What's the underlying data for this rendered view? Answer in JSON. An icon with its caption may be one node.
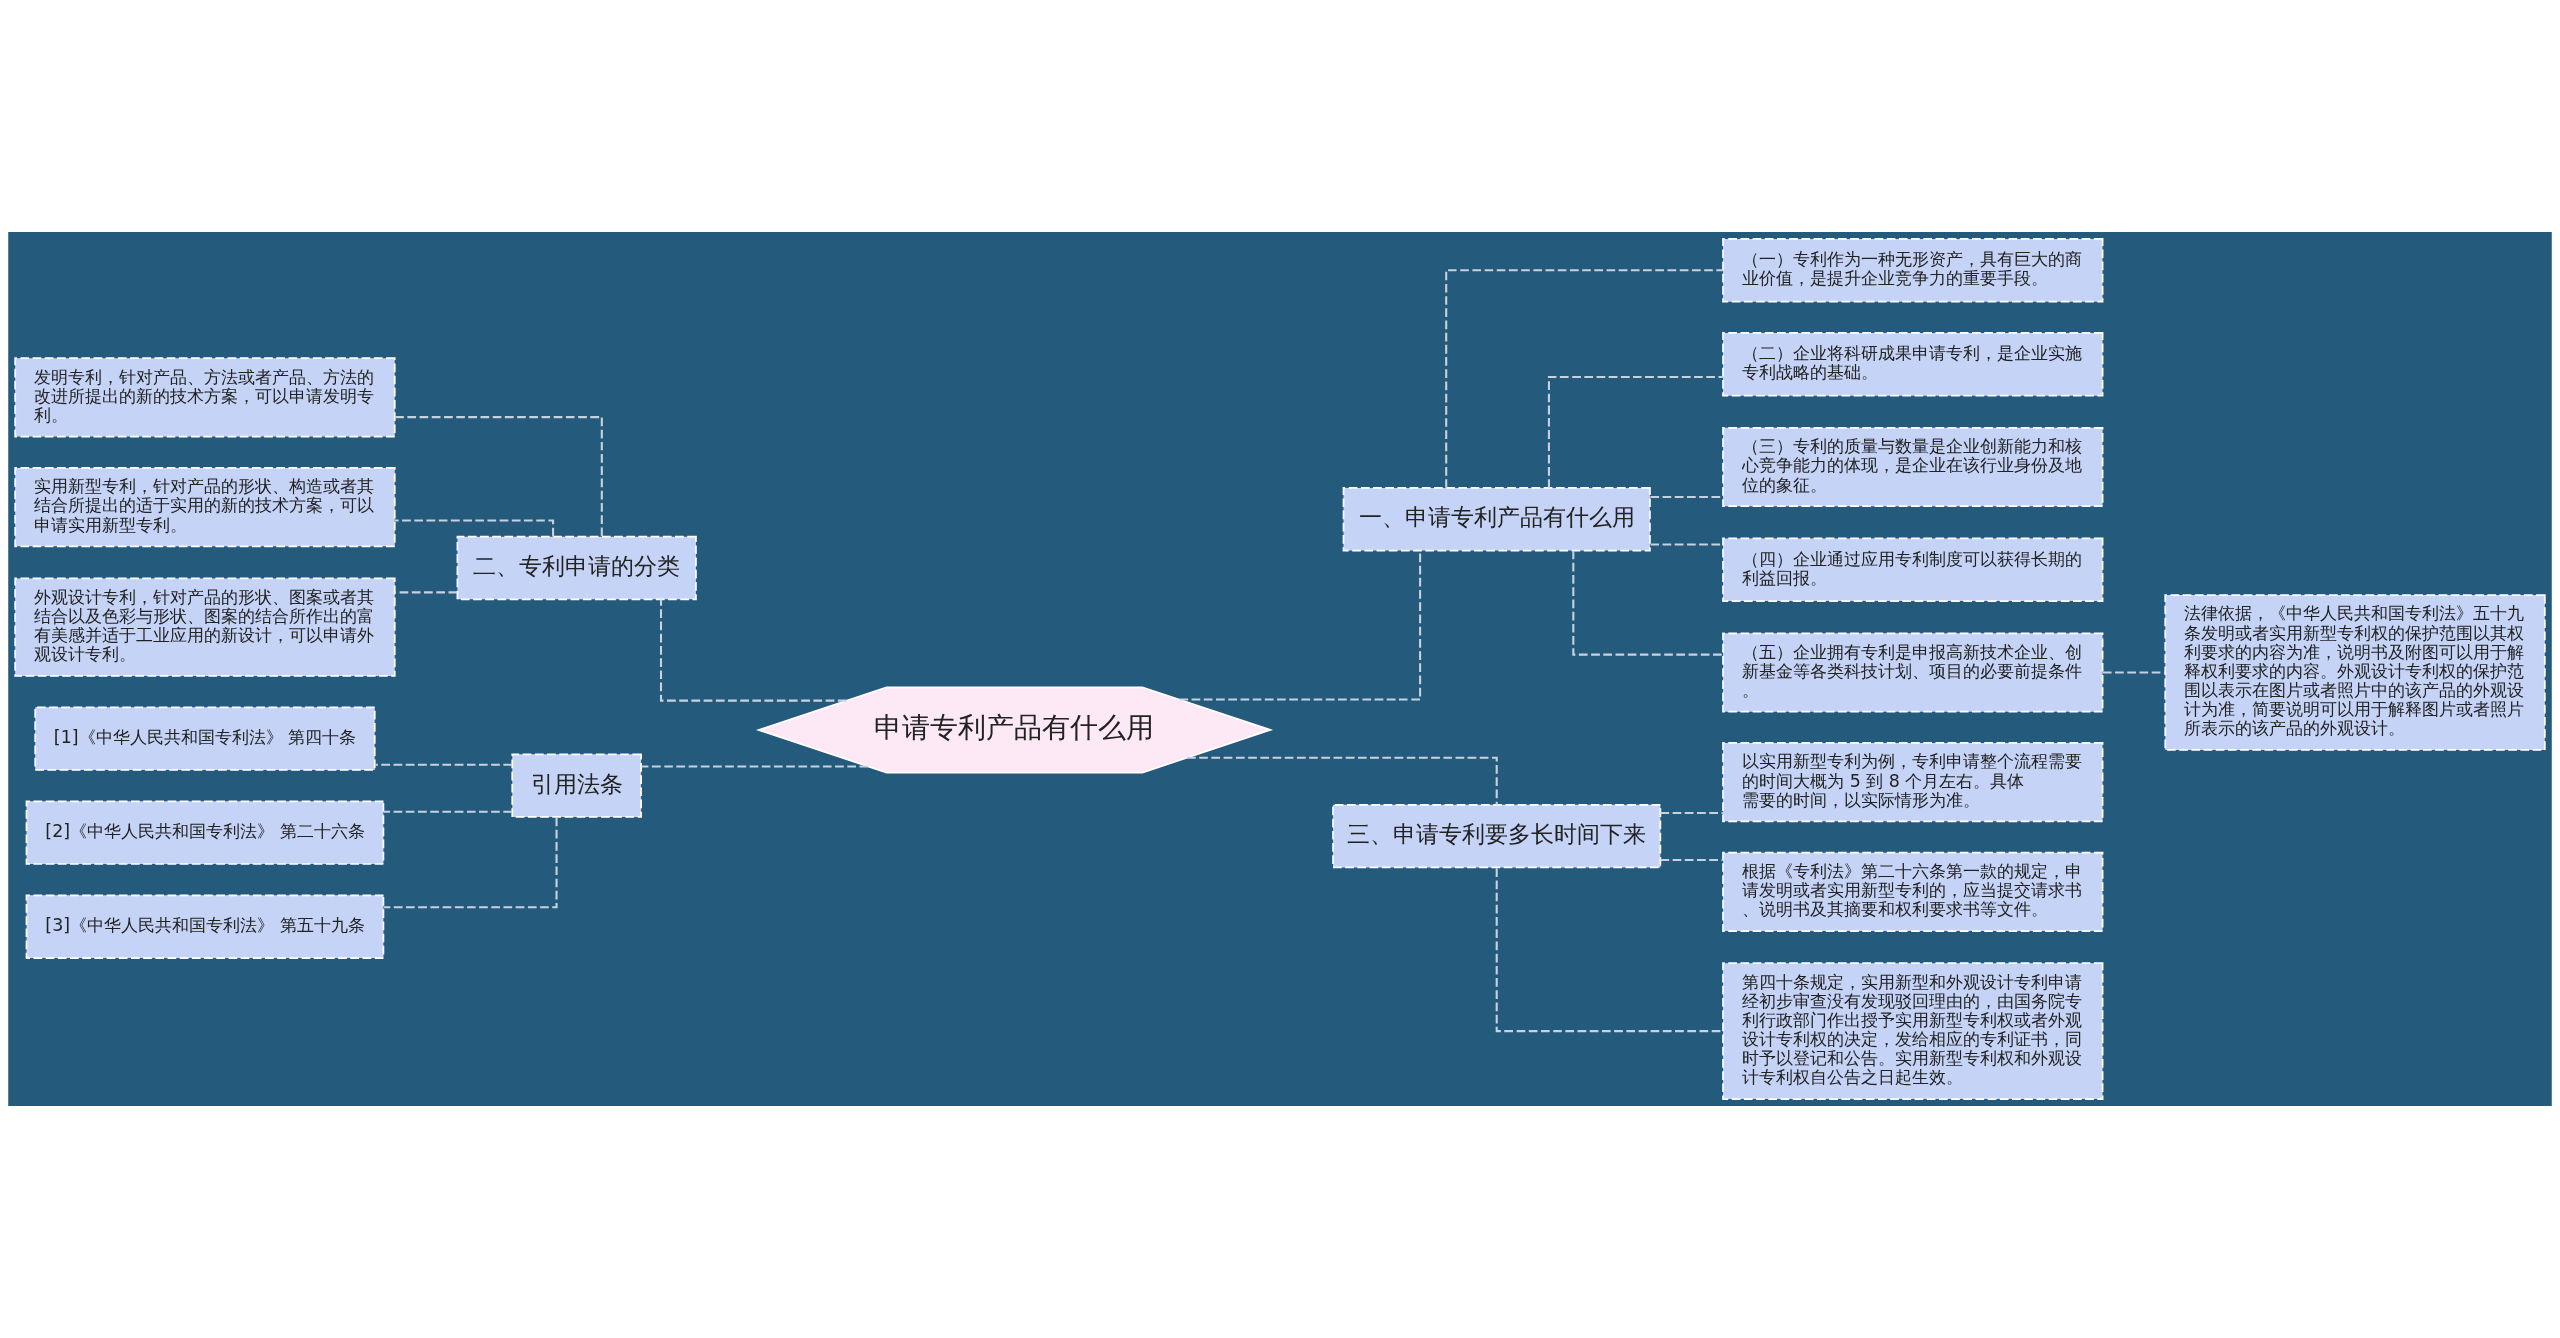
{
  "diagram": {
    "nodes": [
      {
        "text": [
          "申请专利产品有什么用"
        ]
      },
      {
        "text": [
          "一、申请专利产品有什么用"
        ]
      },
      {
        "text": [
          "（一）专利作为一种无形资产，具有巨大的商业价值，是提升企业竞争力的重要手段。"
        ]
      },
      {
        "text": [
          "（二）企业将科研成果申请专利，是企业实施专利战略的基础。"
        ]
      },
      {
        "text": [
          "（三）专利的质量与数量是企业创新能力和核心竞争能力的体现，是企业在该行业身份及地位的象征。"
        ]
      },
      {
        "text": [
          "（四）企业通过应用专利制度可以获得长期的利益回报。"
        ]
      },
      {
        "text": [
          "（五）企业拥有专利是申报高新技术企业、创新基金等各类科技计划、项目的必要前提条件。"
        ]
      },
      {
        "text": [
          "法律依据，《中华人民共和国专利法》五十九条发明或者实用新型专利权的保护范围以其权利要求的内容为准，说明书及附图可以用于解释权利要求的内容。外观设计专利权的保护范围以表示在图片或者照片中的该产品的外观设计为准，简要说明可以用于解释图片或者照片所表示的该产品的外观设计。"
        ]
      },
      {
        "text": [
          "三、申请专利要多长时间下来"
        ]
      },
      {
        "text": [
          "以实用新型专利为例，专利申请整个流程需要的时间大概为 5 到 8 个月左右。具体需要的时间，以实际情形为准。"
        ]
      },
      {
        "text": [
          "根据《专利法》第二十六条第一款的规定，申请发明或者实用新型专利的，应当提交请求书、说明书及其摘要和权利要求书等文件。"
        ]
      },
      {
        "text": [
          "第四十条规定，实用新型和外观设计专利申请经初步审查没有发现驳回理由的，由国务院专利行政部门作出授予实用新型专利权或者外观设计专利权的决定，发给相应的专利证书，同时予以登记和公告。实用新型专利权和外观设计专利权自公告之日起生效。"
        ]
      },
      {
        "text": [
          "二、专利申请的分类"
        ]
      },
      {
        "text": [
          "发明专利，针对产品、方法或者产品、方法的改进所提出的新的技术方案，可以申请发明专利。"
        ]
      },
      {
        "text": [
          "实用新型专利，针对产品的形状、构造或者其结合所提出的适于实用的新的技术方案，可以申请实用新型专利。"
        ]
      },
      {
        "text": [
          "外观设计专利，针对产品的形状、图案或者其结合以及色彩与形状、图案的结合所作出的富有美感并适于工业应用的新设计，可以申请外观设计专利。"
        ]
      },
      {
        "text": [
          "引用法条"
        ]
      },
      {
        "text": [
          "[1]《中华人民共和国专利法》 第四十条"
        ]
      },
      {
        "text": [
          "[2]《中华人民共和国专利法》 第二十六条"
        ]
      },
      {
        "text": [
          "[3]《中华人民共和国专利法》 第五十九条"
        ]
      }
    ],
    "edges": [
      {
        "from": 0,
        "to": 1,
        "arrow": "none",
        "style": "dashed"
      },
      {
        "from": 1,
        "to": 2,
        "arrow": "none",
        "style": "dashed"
      },
      {
        "from": 1,
        "to": 3,
        "arrow": "none",
        "style": "dashed"
      },
      {
        "from": 1,
        "to": 4,
        "arrow": "none",
        "style": "dashed"
      },
      {
        "from": 1,
        "to": 5,
        "arrow": "none",
        "style": "dashed"
      },
      {
        "from": 1,
        "to": 6,
        "arrow": "none",
        "style": "dashed"
      },
      {
        "from": 6,
        "to": 7,
        "arrow": "none",
        "style": "dashed"
      },
      {
        "from": 0,
        "to": 8,
        "arrow": "none",
        "style": "dashed"
      },
      {
        "from": 8,
        "to": 9,
        "arrow": "none",
        "style": "dashed"
      },
      {
        "from": 8,
        "to": 10,
        "arrow": "none",
        "style": "dashed"
      },
      {
        "from": 8,
        "to": 11,
        "arrow": "none",
        "style": "dashed"
      },
      {
        "from": 0,
        "to": 12,
        "arrow": "none",
        "style": "dashed"
      },
      {
        "from": 12,
        "to": 13,
        "arrow": "none",
        "style": "dashed"
      },
      {
        "from": 12,
        "to": 14,
        "arrow": "none",
        "style": "dashed"
      },
      {
        "from": 12,
        "to": 15,
        "arrow": "none",
        "style": "dashed"
      },
      {
        "from": 0,
        "to": 16,
        "arrow": "none",
        "style": "dashed"
      },
      {
        "from": 16,
        "to": 17,
        "arrow": "none",
        "style": "dashed"
      },
      {
        "from": 16,
        "to": 18,
        "arrow": "none",
        "style": "dashed"
      },
      {
        "from": 16,
        "to": 19,
        "arrow": "none",
        "style": "dashed"
      }
    ]
  }
}
